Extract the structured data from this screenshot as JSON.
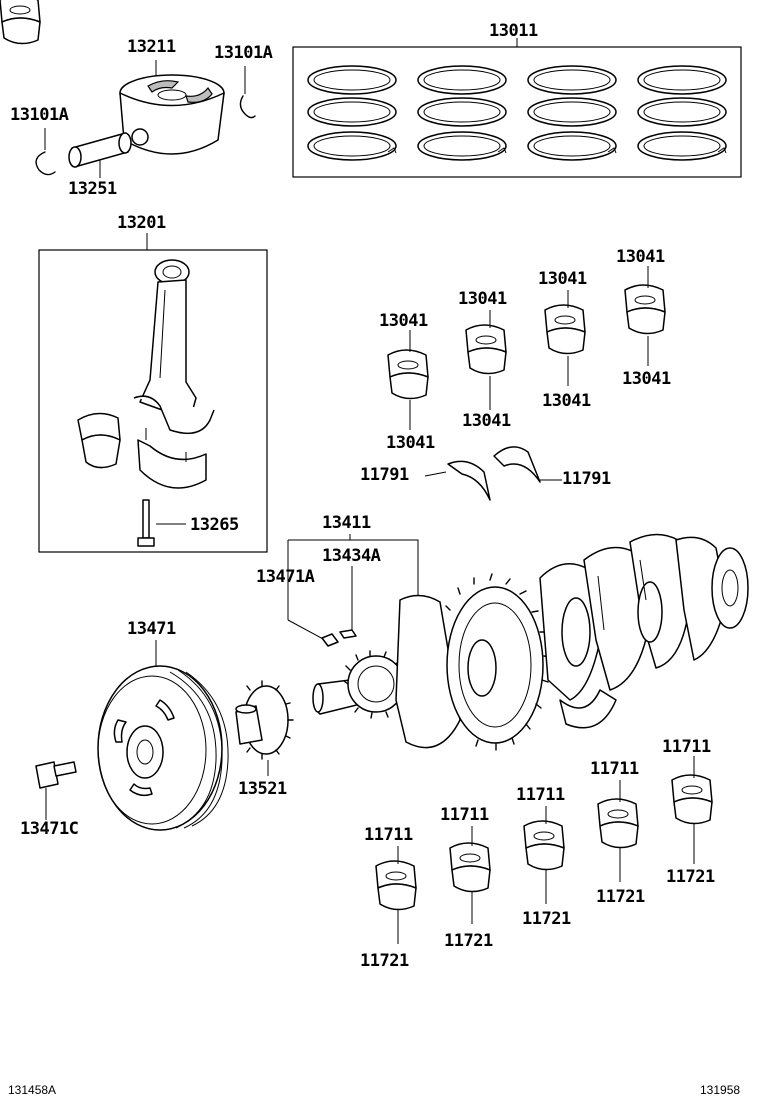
{
  "parts": {
    "p13011": "13011",
    "p13211": "13211",
    "p13101A_top": "13101A",
    "p13101A_left": "13101A",
    "p13251": "13251",
    "p13201": "13201",
    "p13265": "13265",
    "p13041_a": "13041",
    "p13041_b": "13041",
    "p13041_c": "13041",
    "p13041_d": "13041",
    "p13041_e": "13041",
    "p13041_f": "13041",
    "p13041_g": "13041",
    "p13041_h": "13041",
    "p11791_left": "11791",
    "p11791_right": "11791",
    "p13411": "13411",
    "p13434A": "13434A",
    "p13471A": "13471A",
    "p13471": "13471",
    "p13471C": "13471C",
    "p13521": "13521",
    "p11711_a": "11711",
    "p11711_b": "11711",
    "p11711_c": "11711",
    "p11711_d": "11711",
    "p11711_e": "11711",
    "p11721_a": "11721",
    "p11721_b": "11721",
    "p11721_c": "11721",
    "p11721_d": "11721",
    "p11721_e": "11721"
  },
  "footer": {
    "left_code": "131458A",
    "right_code": "131958"
  }
}
